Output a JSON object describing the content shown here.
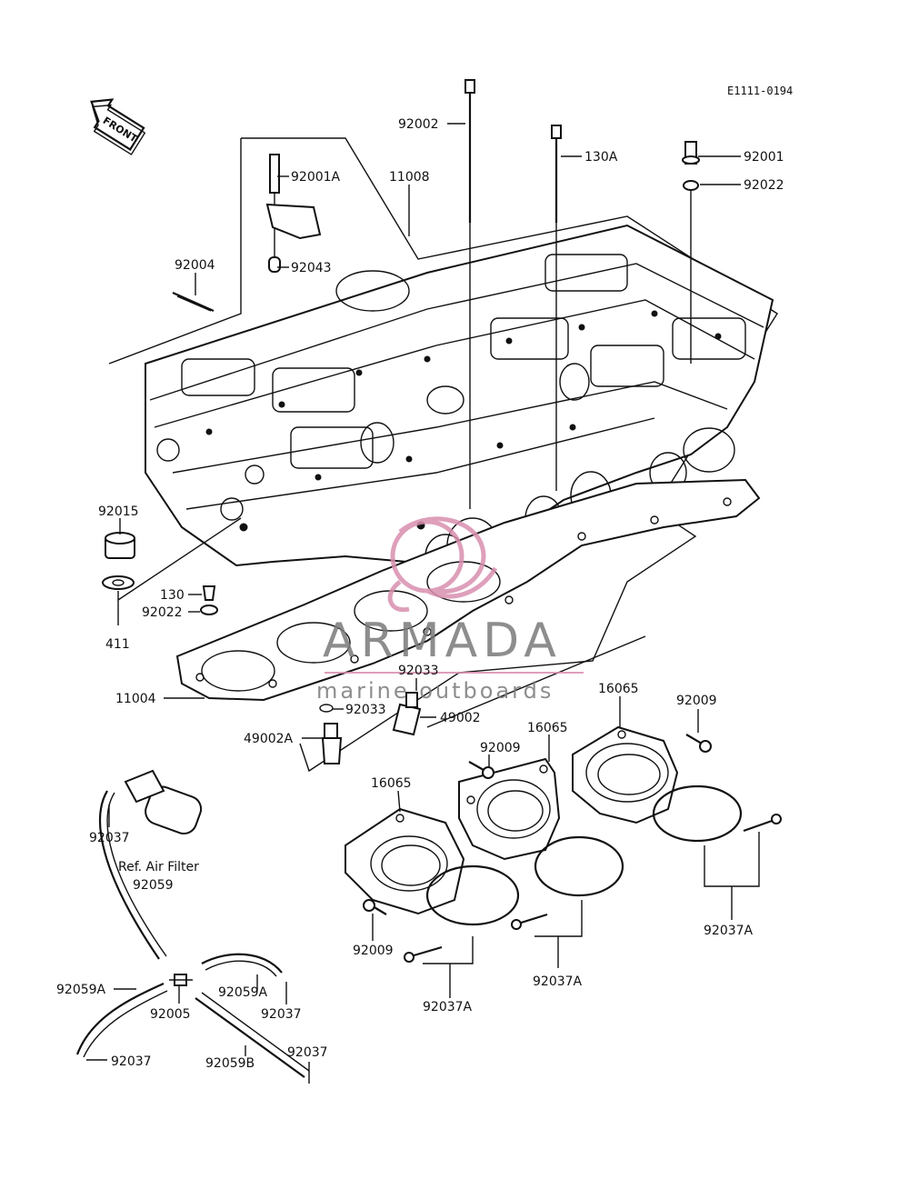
{
  "diagram_code": "E1111-0194",
  "front_arrow_label": "FRONT",
  "watermark": {
    "brand": "ARMADA",
    "tagline": "marine outboards",
    "logo_color": "#d98fae",
    "text_color": "#7a7a7a"
  },
  "labels": {
    "l_92002": "92002",
    "l_130A": "130A",
    "l_92001": "92001",
    "l_92022_top": "92022",
    "l_92001A": "92001A",
    "l_11008": "11008",
    "l_92004": "92004",
    "l_92043": "92043",
    "l_92015": "92015",
    "l_130": "130",
    "l_92022_mid": "92022",
    "l_411": "411",
    "l_11004": "11004",
    "l_92033_a": "92033",
    "l_92033_b": "92033",
    "l_49002": "49002",
    "l_49002A": "49002A",
    "l_16065_a": "16065",
    "l_16065_b": "16065",
    "l_16065_c": "16065",
    "l_92009_a": "92009",
    "l_92009_b": "92009",
    "l_92009_c": "92009",
    "l_92037A_a": "92037A",
    "l_92037A_b": "92037A",
    "l_92037A_c": "92037A",
    "l_92037_a": "92037",
    "l_ref_air_filter": "Ref. Air Filter",
    "l_92059": "92059",
    "l_92059A_a": "92059A",
    "l_92059A_b": "92059A",
    "l_92005": "92005",
    "l_92037_b": "92037",
    "l_92037_c": "92037",
    "l_92059B": "92059B",
    "l_92037_d": "92037"
  }
}
